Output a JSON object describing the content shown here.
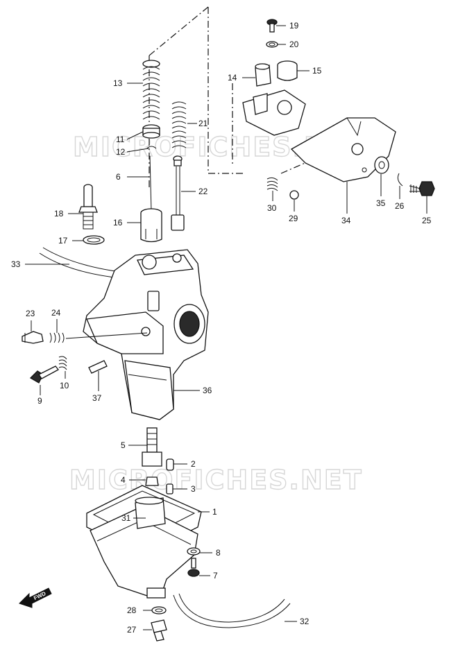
{
  "watermark": "MICROFICHES.NET",
  "fwd_label": "FWD",
  "callouts": [
    {
      "num": "1",
      "name": "callout-1-float-chamber"
    },
    {
      "num": "2",
      "name": "callout-2"
    },
    {
      "num": "3",
      "name": "callout-3"
    },
    {
      "num": "4",
      "name": "callout-4"
    },
    {
      "num": "5",
      "name": "callout-5-main-jet"
    },
    {
      "num": "6",
      "name": "callout-6-jet-needle"
    },
    {
      "num": "7",
      "name": "callout-7-screw"
    },
    {
      "num": "8",
      "name": "callout-8-washer"
    },
    {
      "num": "9",
      "name": "callout-9-pilot-screw"
    },
    {
      "num": "10",
      "name": "callout-10-spring"
    },
    {
      "num": "11",
      "name": "callout-11"
    },
    {
      "num": "12",
      "name": "callout-12-clip"
    },
    {
      "num": "13",
      "name": "callout-13-spring"
    },
    {
      "num": "14",
      "name": "callout-14-cap"
    },
    {
      "num": "15",
      "name": "callout-15-cap"
    },
    {
      "num": "16",
      "name": "callout-16-throttle-valve"
    },
    {
      "num": "17",
      "name": "callout-17-o-ring"
    },
    {
      "num": "18",
      "name": "callout-18-fitting"
    },
    {
      "num": "19",
      "name": "callout-19-screw"
    },
    {
      "num": "20",
      "name": "callout-20-washer"
    },
    {
      "num": "21",
      "name": "callout-21-spring"
    },
    {
      "num": "22",
      "name": "callout-22-rod"
    },
    {
      "num": "23",
      "name": "callout-23-idle-screw"
    },
    {
      "num": "24",
      "name": "callout-24-spring"
    },
    {
      "num": "25",
      "name": "callout-25-bolt"
    },
    {
      "num": "26",
      "name": "callout-26-clip"
    },
    {
      "num": "27",
      "name": "callout-27-drain-screw"
    },
    {
      "num": "28",
      "name": "callout-28-o-ring"
    },
    {
      "num": "29",
      "name": "callout-29-ball"
    },
    {
      "num": "30",
      "name": "callout-30-spring"
    },
    {
      "num": "31",
      "name": "callout-31-float"
    },
    {
      "num": "32",
      "name": "callout-32-drain-hose"
    },
    {
      "num": "33",
      "name": "callout-33-vent-hose"
    },
    {
      "num": "34",
      "name": "callout-34-lever-bracket"
    },
    {
      "num": "35",
      "name": "callout-35-washer"
    },
    {
      "num": "36",
      "name": "callout-36-carburetor-body"
    },
    {
      "num": "37",
      "name": "callout-37-pin"
    }
  ]
}
